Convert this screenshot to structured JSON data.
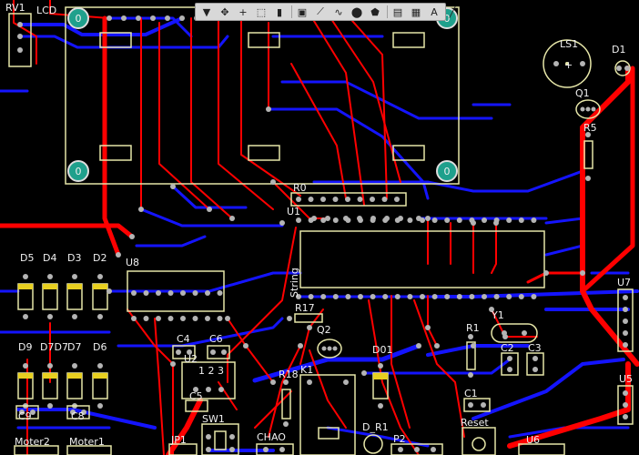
{
  "toolbar": {
    "tools": [
      {
        "icon": "filter-icon",
        "glyph": "▼"
      },
      {
        "icon": "move-icon",
        "glyph": "✥"
      },
      {
        "icon": "crosshair-icon",
        "glyph": "+"
      },
      {
        "icon": "select-rect-icon",
        "glyph": "⬚"
      },
      {
        "icon": "bar-chart-icon",
        "glyph": "▮"
      },
      {
        "icon": "select-all-icon",
        "glyph": "▣"
      },
      {
        "icon": "route-icon",
        "glyph": "⟋"
      },
      {
        "icon": "interactive-route-icon",
        "glyph": "∿"
      },
      {
        "icon": "pin-icon",
        "glyph": "⬤"
      },
      {
        "icon": "polygon-icon",
        "glyph": "⬟"
      },
      {
        "icon": "fill-icon",
        "glyph": "▤"
      },
      {
        "icon": "chart-icon",
        "glyph": "▦"
      },
      {
        "icon": "text-icon",
        "glyph": "A"
      },
      {
        "icon": "line-icon",
        "glyph": "╱"
      }
    ]
  },
  "silkscreen": {
    "rv1": "RV1",
    "lcd": "LCD",
    "ls1": "LS1",
    "d1": "D1",
    "q1": "Q1",
    "r5": "R5",
    "r0": "R0",
    "u1": "U1",
    "string": "String",
    "d5": "D5",
    "d4": "D4",
    "d3": "D3",
    "d2": "D2",
    "u8": "U8",
    "d9": "D9",
    "d7d7": "D7D7",
    "d7": "D7",
    "d6": "D6",
    "c4": "C4",
    "c6": "C6",
    "u2": "U2",
    "c5": "C5",
    "chip_pins": "1 2 3",
    "r17": "R17",
    "q2": "Q2",
    "d01": "D01",
    "r1": "R1",
    "y1": "Y1",
    "c2": "C2",
    "c3": "C3",
    "u7": "U7",
    "u5": "U5",
    "r18": "R18",
    "k1": "K1",
    "c1": "C1",
    "c9": "C9",
    "c8": "C8",
    "moter2": "Moter2",
    "moter1": "Moter1",
    "jp1": "JP1",
    "sw1": "SW1",
    "chao": "CHAO",
    "d_r1": "D_R1",
    "p2": "P2",
    "reset": "Reset",
    "u6": "U6",
    "plus": "+",
    "zero": "0"
  },
  "colors": {
    "background": "#000000",
    "top_copper": "#ff0000",
    "bottom_copper": "#1414ff",
    "silkscreen": "#e6e6a8",
    "pad": "#b4b4b4",
    "mount_hole": "#1fa08c",
    "component_yellow": "#e8d020"
  }
}
